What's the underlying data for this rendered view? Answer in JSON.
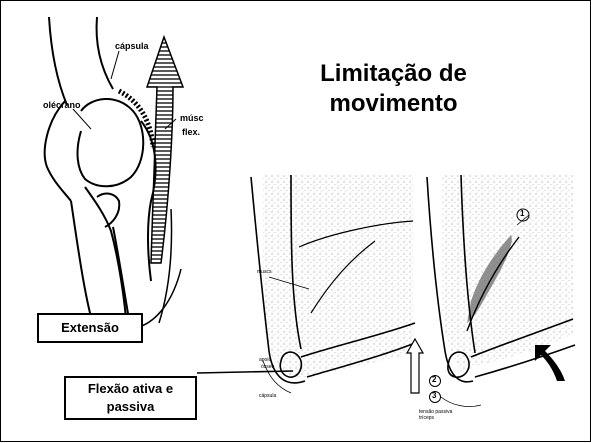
{
  "title": {
    "line1": "Limitação de",
    "line2": "movimento"
  },
  "left_figure": {
    "labels": {
      "capsula": "cápsula",
      "olecrano": "olécrano",
      "musc": "músc",
      "flex": "flex."
    }
  },
  "boxes": {
    "extensao": "Extensão",
    "flexao_line1": "Flexão ativa e",
    "flexao_line2": "passiva"
  },
  "right_figure": {
    "labels": {
      "muscs": "muscs",
      "apoio": "apoio",
      "osseo": "ósseo",
      "capsula": "cápsula",
      "tensao": "tensão passiva",
      "triceps": "tríceps"
    },
    "markers": [
      "1",
      "2",
      "3"
    ]
  },
  "colors": {
    "ink": "#000000",
    "background": "#ffffff",
    "stipple": "#9a9a9a"
  }
}
